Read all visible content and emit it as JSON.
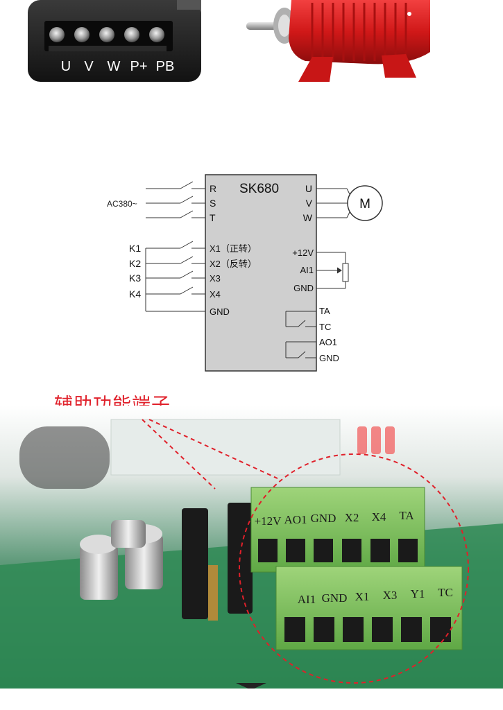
{
  "terminal_strip": {
    "labels": [
      "U",
      "V",
      "W",
      "P+",
      "PB"
    ]
  },
  "wiring": {
    "model": "SK680",
    "supply_label": "AC380~",
    "power_inputs": [
      "R",
      "S",
      "T"
    ],
    "motor_outputs": [
      "U",
      "V",
      "W"
    ],
    "motor_symbol": "M",
    "switch_labels": [
      "K1",
      "K2",
      "K3",
      "K4"
    ],
    "digital_inputs": [
      "X1（正转）",
      "X2（反转）",
      "X3",
      "X4",
      "GND"
    ],
    "analog_terminals": [
      "+12V",
      "AI1",
      "GND"
    ],
    "relay_terminals": [
      "TA",
      "TC"
    ],
    "output_terminals": [
      "AO1",
      "GND"
    ]
  },
  "callout": {
    "title": "辅助功能端子"
  },
  "board_terminals": {
    "upper_row": [
      "+12V",
      "AO1",
      "GND",
      "X2",
      "X4",
      "TA"
    ],
    "lower_row": [
      "AI1",
      "GND",
      "X1",
      "X3",
      "Y1",
      "TC"
    ]
  },
  "colors": {
    "accent_red": "#e0202a",
    "terminal_green": "#7fc35a",
    "pcb_green": "#2f8a55",
    "drive_box": "#cfcfcf"
  }
}
